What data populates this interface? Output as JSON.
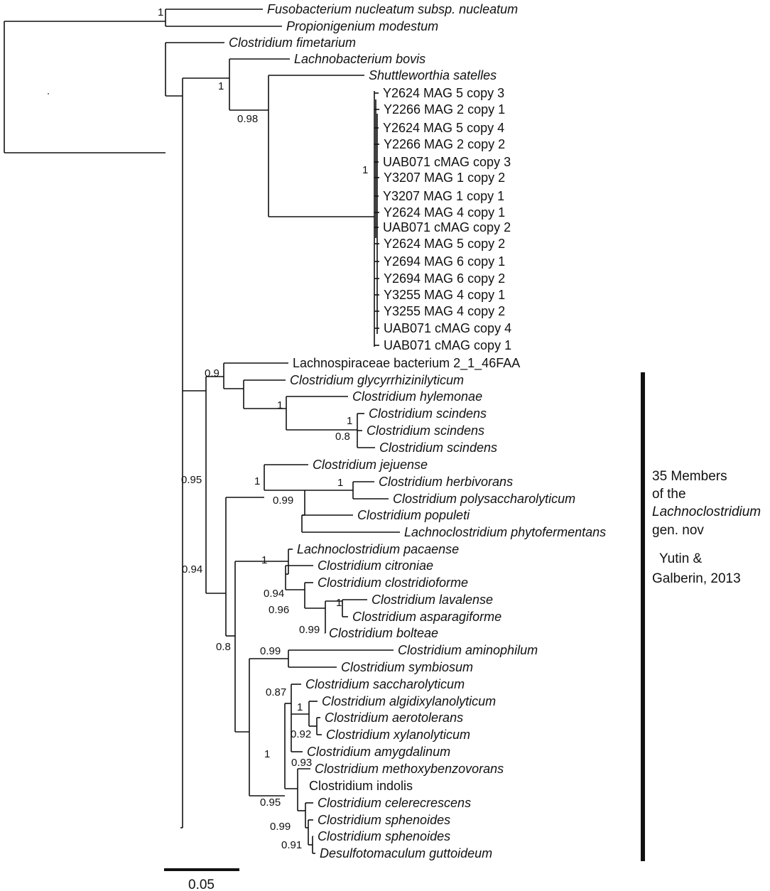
{
  "tree": {
    "tips": [
      {
        "label": "Fusobacterium nucleatum subsp. nucleatum",
        "italic": true
      },
      {
        "label": "Propionigenium modestum",
        "italic": true
      },
      {
        "label": "Clostridium fimetarium",
        "italic": true
      },
      {
        "label": "Lachnobacterium bovis",
        "italic": true
      },
      {
        "label": "Shuttleworthia satelles",
        "italic": true
      },
      {
        "label": "Y2624 MAG 5 copy  3",
        "italic": false
      },
      {
        "label": "Y2266 MAG 2 copy  1",
        "italic": false
      },
      {
        "label": "Y2624 MAG 5 copy  4",
        "italic": false
      },
      {
        "label": "Y2266 MAG 2 copy  2",
        "italic": false
      },
      {
        "label": "UAB071 cMAG copy 3",
        "italic": false
      },
      {
        "label": "Y3207 MAG 1 copy  2",
        "italic": false
      },
      {
        "label": "Y3207 MAG 1 copy  1",
        "italic": false
      },
      {
        "label": "Y2624 MAG 4 copy  1",
        "italic": false
      },
      {
        "label": "UAB071 cMAG copy 2",
        "italic": false
      },
      {
        "label": "Y2624 MAG 5 copy  2",
        "italic": false
      },
      {
        "label": "Y2694 MAG 6 copy  1",
        "italic": false
      },
      {
        "label": "Y2694 MAG 6 copy  2",
        "italic": false
      },
      {
        "label": "Y3255 MAG 4 copy  1",
        "italic": false
      },
      {
        "label": "Y3255 MAG 4 copy  2",
        "italic": false
      },
      {
        "label": "UAB071 cMAG copy 4",
        "italic": false
      },
      {
        "label": "UAB071 cMAG copy 1",
        "italic": false
      },
      {
        "label": "Lachnospiraceae bacterium 2_1_46FAA",
        "italic": false
      },
      {
        "label": "Clostridium glycyrrhizinilyticum",
        "italic": true
      },
      {
        "label": "Clostridium hylemonae",
        "italic": true
      },
      {
        "label": "Clostridium scindens",
        "italic": true
      },
      {
        "label": "Clostridium scindens",
        "italic": true
      },
      {
        "label": "Clostridium scindens",
        "italic": true
      },
      {
        "label": "Clostridium jejuense",
        "italic": true
      },
      {
        "label": "Clostridium herbivorans",
        "italic": true
      },
      {
        "label": "Clostridium polysaccharolyticum",
        "italic": true
      },
      {
        "label": "Clostridium populeti",
        "italic": true
      },
      {
        "label": "Lachnoclostridium phytofermentans",
        "italic": true
      },
      {
        "label": "Lachnoclostridium pacaense",
        "italic": true
      },
      {
        "label": "Clostridium citroniae",
        "italic": true
      },
      {
        "label": "Clostridium clostridioforme",
        "italic": true
      },
      {
        "label": "Clostridium lavalense",
        "italic": true
      },
      {
        "label": "Clostridium asparagiforme",
        "italic": true
      },
      {
        "label": "Clostridium bolteae",
        "italic": true
      },
      {
        "label": "Clostridium aminophilum",
        "italic": true
      },
      {
        "label": "Clostridium symbiosum",
        "italic": true
      },
      {
        "label": "Clostridium saccharolyticum",
        "italic": true
      },
      {
        "label": "Clostridium algidixylanolyticum",
        "italic": true
      },
      {
        "label": "Clostridium aerotolerans",
        "italic": true
      },
      {
        "label": "Clostridium xylanolyticum",
        "italic": true
      },
      {
        "label": "Clostridium amygdalinum",
        "italic": true
      },
      {
        "label": "Clostridium methoxybenzovorans",
        "italic": true
      },
      {
        "label": "Clostridium indolis",
        "italic": false
      },
      {
        "label": "Clostridium celerecrescens",
        "italic": true
      },
      {
        "label": "Clostridium sphenoides",
        "italic": true
      },
      {
        "label": "Clostridium sphenoides",
        "italic": true
      },
      {
        "label": "Desulfotomaculum guttoideum",
        "italic": true
      }
    ],
    "support_values": [
      "1",
      "1",
      "0.98",
      "1",
      "0.9",
      "1",
      "1",
      "0.8",
      "0.95",
      "1",
      "1",
      "0.99",
      "0.94",
      "1",
      "0.94",
      "0.96",
      "1",
      "0.99",
      "0.8",
      "0.99",
      "0.87",
      "1",
      "0.92",
      "1",
      "0.93",
      "0.95",
      "0.99",
      "0.91"
    ],
    "scale_bar_label": "0.05"
  },
  "group_annotation": {
    "line1": "35 Members",
    "line2": "of the",
    "line3": "Lachnoclostridium",
    "line4": "gen. nov",
    "citation1": "Yutin &",
    "citation2": "Galberin, 2013"
  }
}
